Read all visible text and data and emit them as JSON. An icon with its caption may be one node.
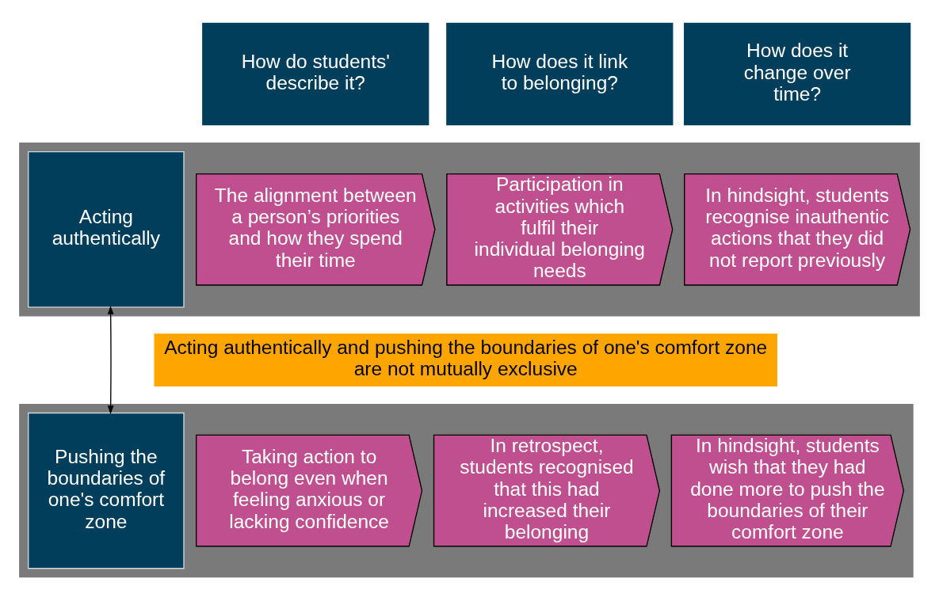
{
  "diagram": {
    "nodes": [
      {
        "text": [
          "How do students' describe it?"
        ]
      },
      {
        "text": [
          "How does it link to belonging?"
        ]
      },
      {
        "text": [
          "How does it change over time?"
        ]
      },
      {
        "text": [],
        "shape": "box"
      },
      {
        "text": [
          "Acting authentically"
        ],
        "in": 3
      },
      {
        "text": [
          "The alignment between a person’s priorities and how they spend their time"
        ],
        "in": 3
      },
      {
        "text": [
          "Participation in activities which fulfil their individual belonging needs"
        ],
        "in": 3
      },
      {
        "text": [
          "In hindsight, students recognise inauthentic actions that they did not report previously"
        ],
        "in": 3
      },
      {
        "text": [
          "Acting authentically and pushing the boundaries of one's comfort zone are not mutually exclusive"
        ]
      },
      {
        "text": [],
        "shape": "box"
      },
      {
        "text": [
          "Pushing the boundaries of one's comfort zone"
        ],
        "in": 9
      },
      {
        "text": [
          "Taking action to belong even when feeling anxious or lacking confidence"
        ],
        "in": 9
      },
      {
        "text": [
          "In retrospect, students recognised that this had increased their belonging"
        ],
        "in": 9
      },
      {
        "text": [
          "In hindsight, students wish that they had done more to push the boundaries of their comfort zone"
        ],
        "in": 9
      }
    ],
    "edges": [
      {
        "from": 4,
        "to": 10,
        "arrow": "both"
      }
    ]
  }
}
